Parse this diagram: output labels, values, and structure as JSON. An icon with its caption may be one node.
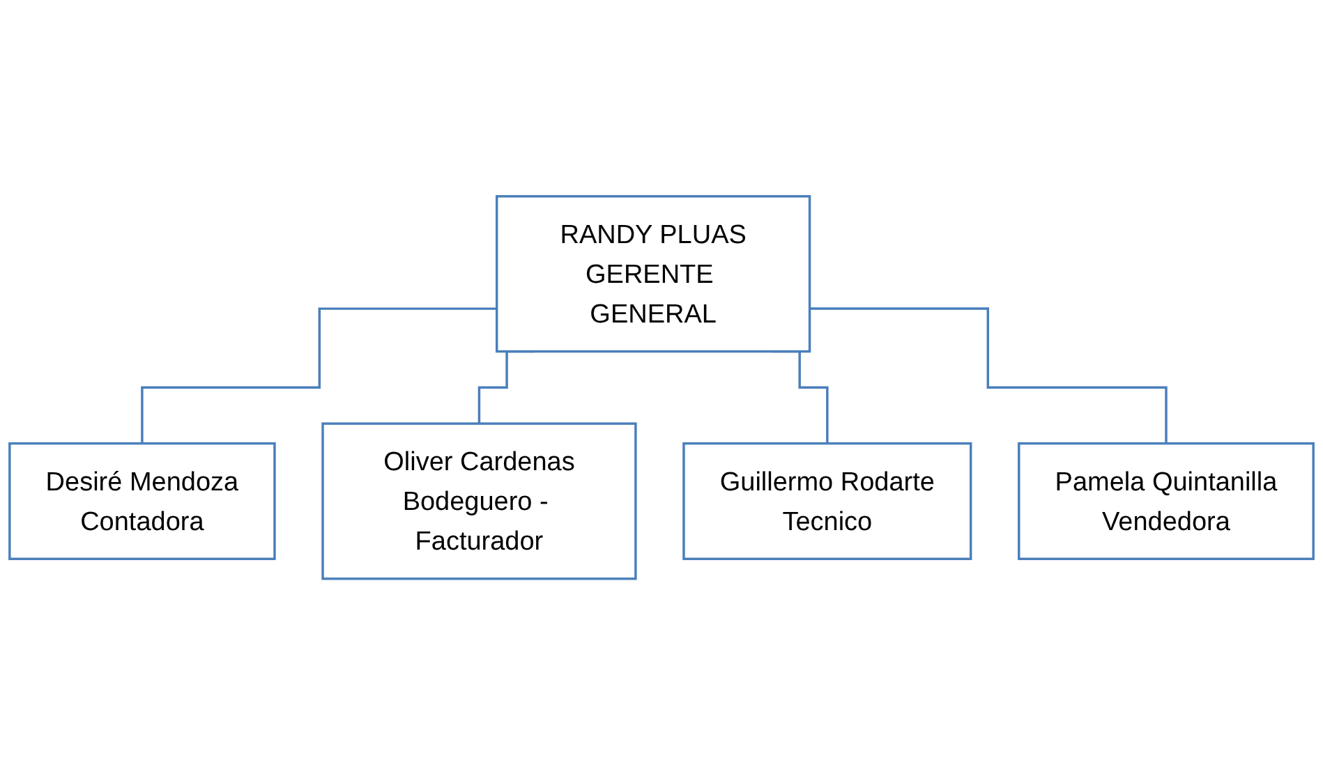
{
  "diagram": {
    "nodes": [
      {
        "text": [
          "RANDY PLUAS",
          "GERENTE GENERAL"
        ]
      },
      {
        "text": [
          "Desiré Mendoza",
          "Contadora"
        ]
      },
      {
        "text": [
          "Oliver Cardenas",
          "Bodeguero - Facturador"
        ]
      },
      {
        "text": [
          "Guillermo Rodarte",
          "Tecnico"
        ]
      },
      {
        "text": [
          "Pamela Quintanilla",
          "Vendedora"
        ]
      }
    ],
    "edges": [
      {
        "from": 0,
        "to": 1,
        "arrow": "none"
      },
      {
        "from": 0,
        "to": 2,
        "arrow": "none"
      },
      {
        "from": 0,
        "to": 3,
        "arrow": "none"
      },
      {
        "from": 0,
        "to": 4,
        "arrow": "none"
      }
    ]
  }
}
